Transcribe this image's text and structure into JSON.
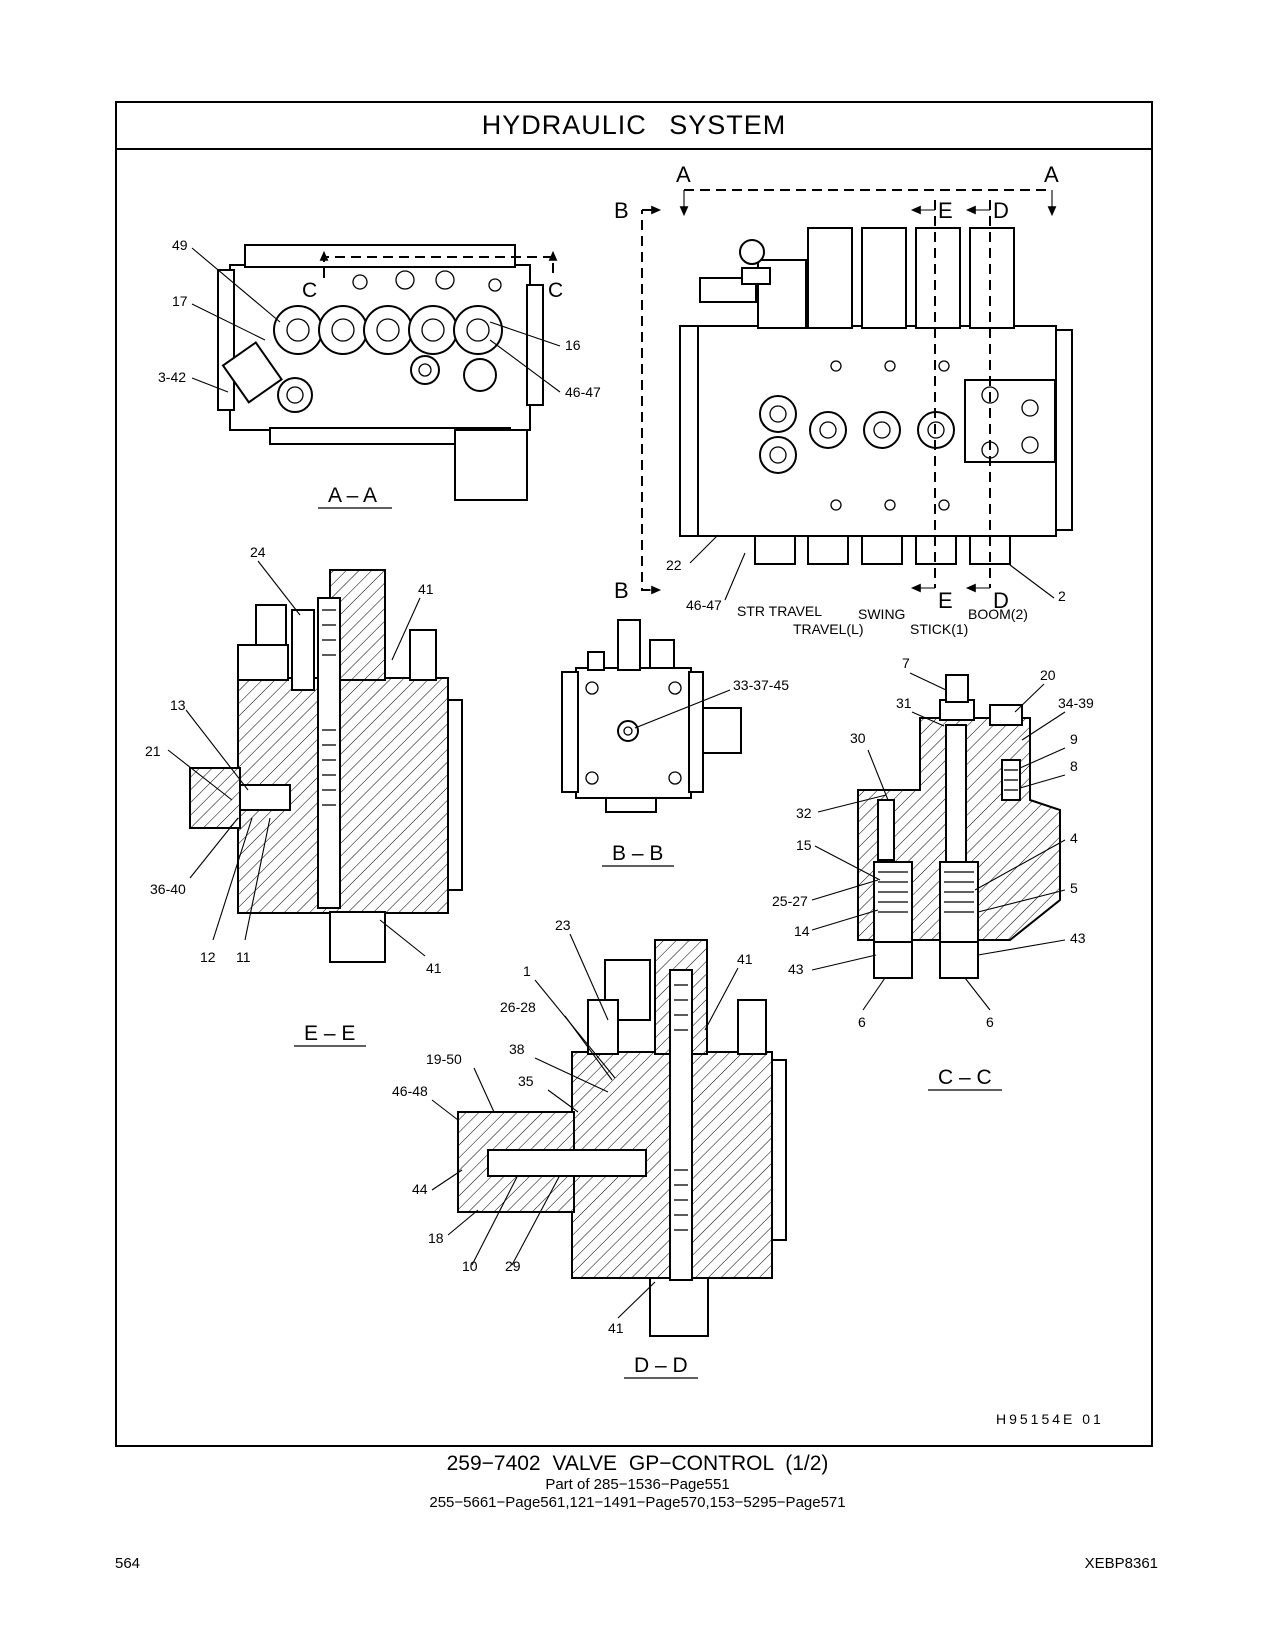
{
  "header": {
    "title": "HYDRAULIC   SYSTEM"
  },
  "views": {
    "a_a": {
      "label": "A – A",
      "cut": "C",
      "callouts": [
        "49",
        "17",
        "3-42",
        "16",
        "46-47"
      ]
    },
    "top": {
      "section_a": "A",
      "section_b": "B",
      "section_e": "E",
      "section_d": "D",
      "callouts": [
        "22",
        "46-47",
        "2"
      ],
      "spools": [
        "STR TRAVEL",
        "TRAVEL(L)",
        "SWING",
        "STICK(1)",
        "BOOM(2)"
      ]
    },
    "e_e": {
      "label": "E – E",
      "callouts": [
        "24",
        "41",
        "13",
        "21",
        "36-40",
        "12",
        "11",
        "41"
      ]
    },
    "b_b": {
      "label": "B – B",
      "callouts": [
        "33-37-45"
      ]
    },
    "c_c": {
      "label": "C – C",
      "callouts": [
        "7",
        "20",
        "31",
        "34-39",
        "30",
        "9",
        "8",
        "32",
        "4",
        "15",
        "5",
        "25-27",
        "14",
        "43",
        "43",
        "6",
        "6"
      ]
    },
    "d_d": {
      "label": "D – D",
      "callouts": [
        "23",
        "41",
        "1",
        "26-28",
        "38",
        "19-50",
        "35",
        "46-48",
        "44",
        "18",
        "10",
        "29",
        "41"
      ]
    }
  },
  "drawing_id": "H95154E    01",
  "caption": {
    "title": "259−7402   VALVE  GP−CONTROL (1/2)",
    "line1": "Part of 285−1536−Page551",
    "line2": "255−5661−Page561,121−1491−Page570,153−5295−Page571"
  },
  "footer": {
    "page": "564",
    "doc": "XEBP8361"
  },
  "colors": {
    "ink": "#000000",
    "paper": "#ffffff"
  }
}
